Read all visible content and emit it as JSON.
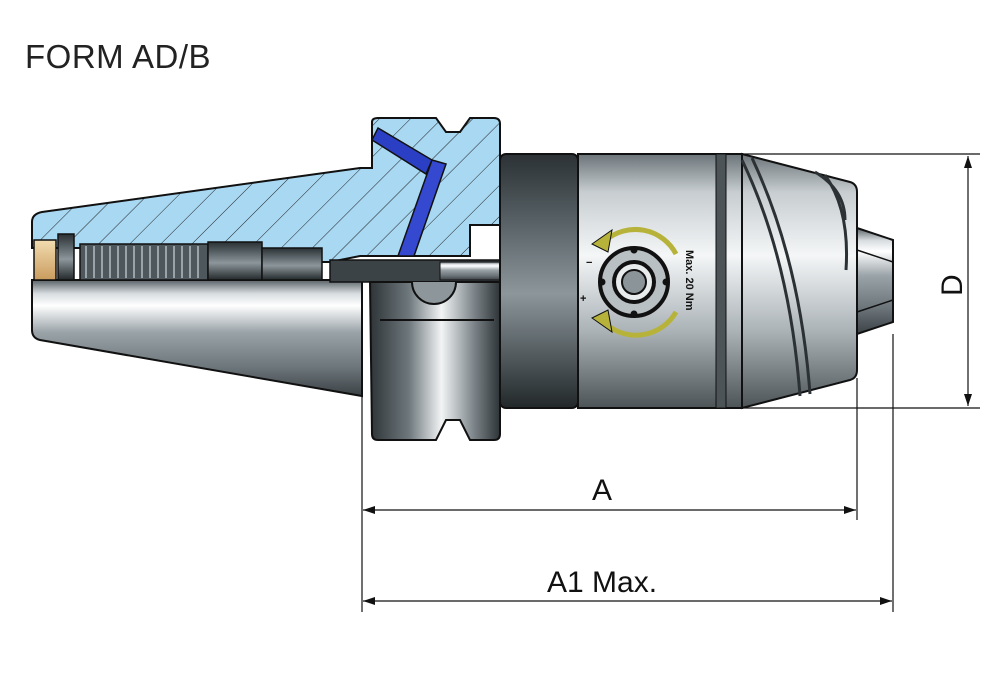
{
  "title": "FORM AD/B",
  "dimensions": {
    "d_label": "D",
    "a_label": "A",
    "a1_label": "A1 Max."
  },
  "chuck_marking": {
    "torque": "Max. 20 Nm",
    "minus": "−",
    "plus": "+"
  },
  "colors": {
    "section_fill": "#a9d8f2",
    "bolt_blue": "#2a3fc4",
    "arrow_olive": "#b7b33a",
    "steel_dark": "#3c4347",
    "steel_light": "#e8ecee",
    "brass": "#e2c08c"
  }
}
